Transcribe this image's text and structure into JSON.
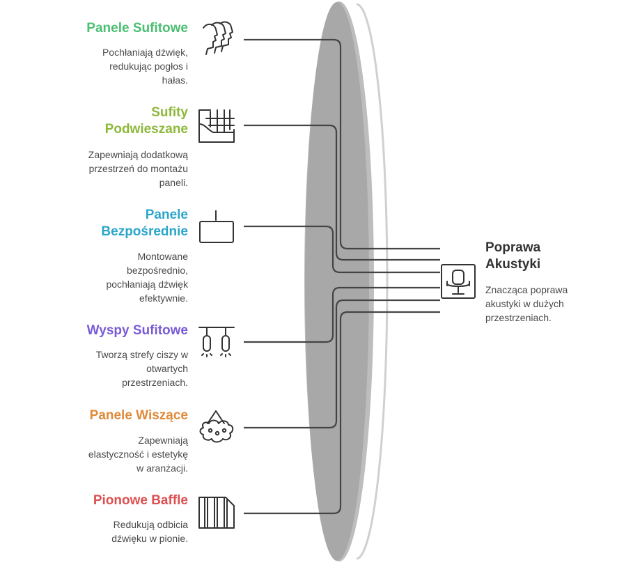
{
  "colors": {
    "green": "#4cbf73",
    "lime": "#8db83a",
    "cyan": "#2aa6c9",
    "purple": "#7a5bd6",
    "orange": "#e08a3a",
    "red": "#dd5050",
    "ellipse": "#a8a8a8",
    "line": "#444444"
  },
  "items": [
    {
      "title": "Panele Sufitowe",
      "description": "Pochłaniają dźwięk, redukując pogłos i hałas.",
      "icon": "head-profiles-icon",
      "color": "green"
    },
    {
      "title": "Sufity Podwieszane",
      "description": "Zapewniają dodatkową przestrzeń do montażu paneli.",
      "icon": "grid-ceiling-icon",
      "color": "lime"
    },
    {
      "title": "Panele Bezpośrednie",
      "description": "Montowane bezpośrednio, pochłaniają dźwięk efektywnie.",
      "icon": "mounted-panel-icon",
      "color": "cyan"
    },
    {
      "title": "Wyspy Sufitowe",
      "description": "Tworzą strefy ciszy w otwartych przestrzeniach.",
      "icon": "pendant-lamps-icon",
      "color": "purple"
    },
    {
      "title": "Panele Wiszące",
      "description": "Zapewniają elastyczność i estetykę w aranżacji.",
      "icon": "hanging-cloud-icon",
      "color": "orange"
    },
    {
      "title": "Pionowe Baffle",
      "description": "Redukują odbicia dźwięku w pionie.",
      "icon": "vertical-baffles-icon",
      "color": "red"
    }
  ],
  "target": {
    "title": "Poprawa Akustyki",
    "description": "Znacząca poprawa akustyki w dużych przestrzeniach.",
    "icon": "office-chair-icon"
  }
}
